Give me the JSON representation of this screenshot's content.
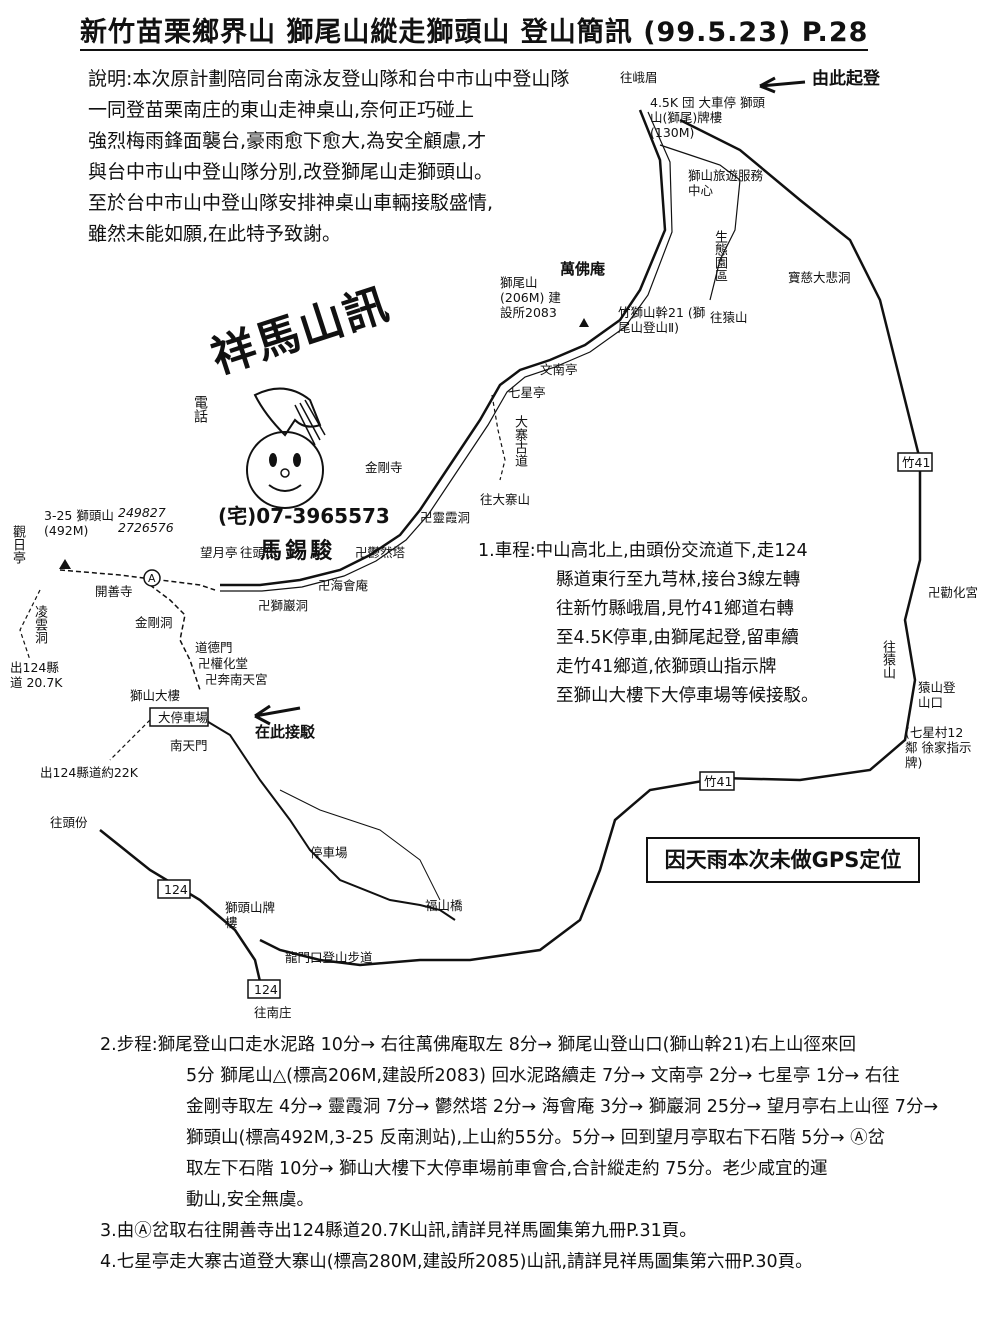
{
  "header": {
    "title": "新竹苗栗鄉界山 獅尾山縱走獅頭山 登山簡訊 (99.5.23) P.28"
  },
  "description": {
    "lines": [
      "說明:本次原計劃陪同台南泳友登山隊和台中市山中登山隊",
      "一同登苗栗南庄的東山走神桌山,奈何正巧碰上",
      "強烈梅雨鋒面襲台,豪雨愈下愈大,為安全顧慮,才",
      "與台中市山中登山隊分別,改登獅尾山走獅頭山。",
      "至於台中市山中登山隊安排神桌山車輛接駁盛情,",
      "雖然未能如願,在此特予致謝。"
    ]
  },
  "logo": {
    "title": "祥馬山訊",
    "phone_label": "電話",
    "phone": "(宅)07-3965573",
    "name": "馬錫駿"
  },
  "route": {
    "heading": "1.車程:",
    "lines": [
      "中山高北上,由頭份交流道下,走124",
      "縣道東行至九芎林,接台3線左轉",
      "往新竹縣峨眉,見竹41鄉道右轉",
      "至4.5K停車,由獅尾起登,留車續",
      "走竹41鄉道,依獅頭山指示牌",
      "至獅山大樓下大停車場等候接駁。"
    ]
  },
  "gps_note": "因天雨本次未做GPS定位",
  "map": {
    "labels": {
      "start_arrow": "由此起登",
      "to_emei": "往峨眉",
      "trailhead": "4.5K 団 大車停 獅頭山(獅尾)牌樓 (130M)",
      "tourism_center": "獅山旅遊服務中心",
      "eco_park": "生態園區",
      "to_yuanshan": "往猿山",
      "wanfo": "萬佛庵",
      "shiweishan": "獅尾山 (206M) 建設所2083",
      "trail21": "竹獅山幹21 (獅尾山登山Ⅱ)",
      "wennan": "文南亭",
      "qixing": "七星亭",
      "dazhai_road": "大寨古道",
      "to_dazhai": "往大寨山",
      "jingang": "金剛寺",
      "lingxia": "卍靈霞洞",
      "haihui": "卍海會庵",
      "wangyan": "卍獅巖洞",
      "quanran": "卍鬱然塔",
      "baoci": "寶慈大悲洞",
      "zhu41_upper": "竹41",
      "zhu41_lower": "竹41",
      "quanhua": "卍勸化宮",
      "to_yuanshan2": "往猿山",
      "yuanshan_trail": "猿山登山口",
      "qixing_village": "(七星村12鄰 徐家指示牌)",
      "shitoushan": "3-25 獅頭山(492M)",
      "coords": "249827 2726576",
      "guanri": "觀日亭",
      "wangyue": "望月亭",
      "to_toufen_top": "往頭份",
      "kaishan": "開善寺",
      "jinxia": "金剛洞",
      "lingyun": "凌雲洞",
      "exit_124": "出124縣道 20.7K",
      "daode": "道德門",
      "quanhuatang": "卍權化堂",
      "nantian": "卍奔南天宮",
      "shishan_building": "獅山大樓",
      "parking": "大停車場",
      "pickup": "在此接駁",
      "nantianmen": "南天門",
      "exit_22k": "出124縣道約22K",
      "to_toufen": "往頭份",
      "route124_a": "124",
      "route124_b": "124",
      "shitou_gate": "獅頭山牌樓",
      "parking2": "停車場",
      "fushan": "福山橋",
      "longmen": "龍門口登山步道",
      "to_nanzhuang": "往南庄",
      "a_mark": "A"
    }
  },
  "steps": {
    "lines": [
      "2.步程:獅尾登山口走水泥路 10分→ 右往萬佛庵取左 8分→ 獅尾山登山口(獅山幹21)右上山徑來回",
      "5分 獅尾山△(標高206M,建設所2083) 回水泥路續走 7分→ 文南亭 2分→ 七星亭 1分→ 右往",
      "金剛寺取左 4分→ 靈霞洞 7分→ 鬱然塔 2分→ 海會庵 3分→ 獅巖洞 25分→ 望月亭右上山徑 7分→",
      "獅頭山(標高492M,3-25 反南測站),上山約55分。5分→ 回到望月亭取右下石階 5分→ Ⓐ岔",
      "取左下石階 10分→ 獅山大樓下大停車場前車會合,合計縱走約 75分。老少咸宜的運",
      "動山,安全無虞。",
      "3.由Ⓐ岔取右往開善寺出124縣道20.7K山訊,請詳見祥馬圖集第九冊P.31頁。",
      "4.七星亭走大寨古道登大寨山(標高280M,建設所2085)山訊,請詳見祥馬圖集第六冊P.30頁。"
    ]
  }
}
